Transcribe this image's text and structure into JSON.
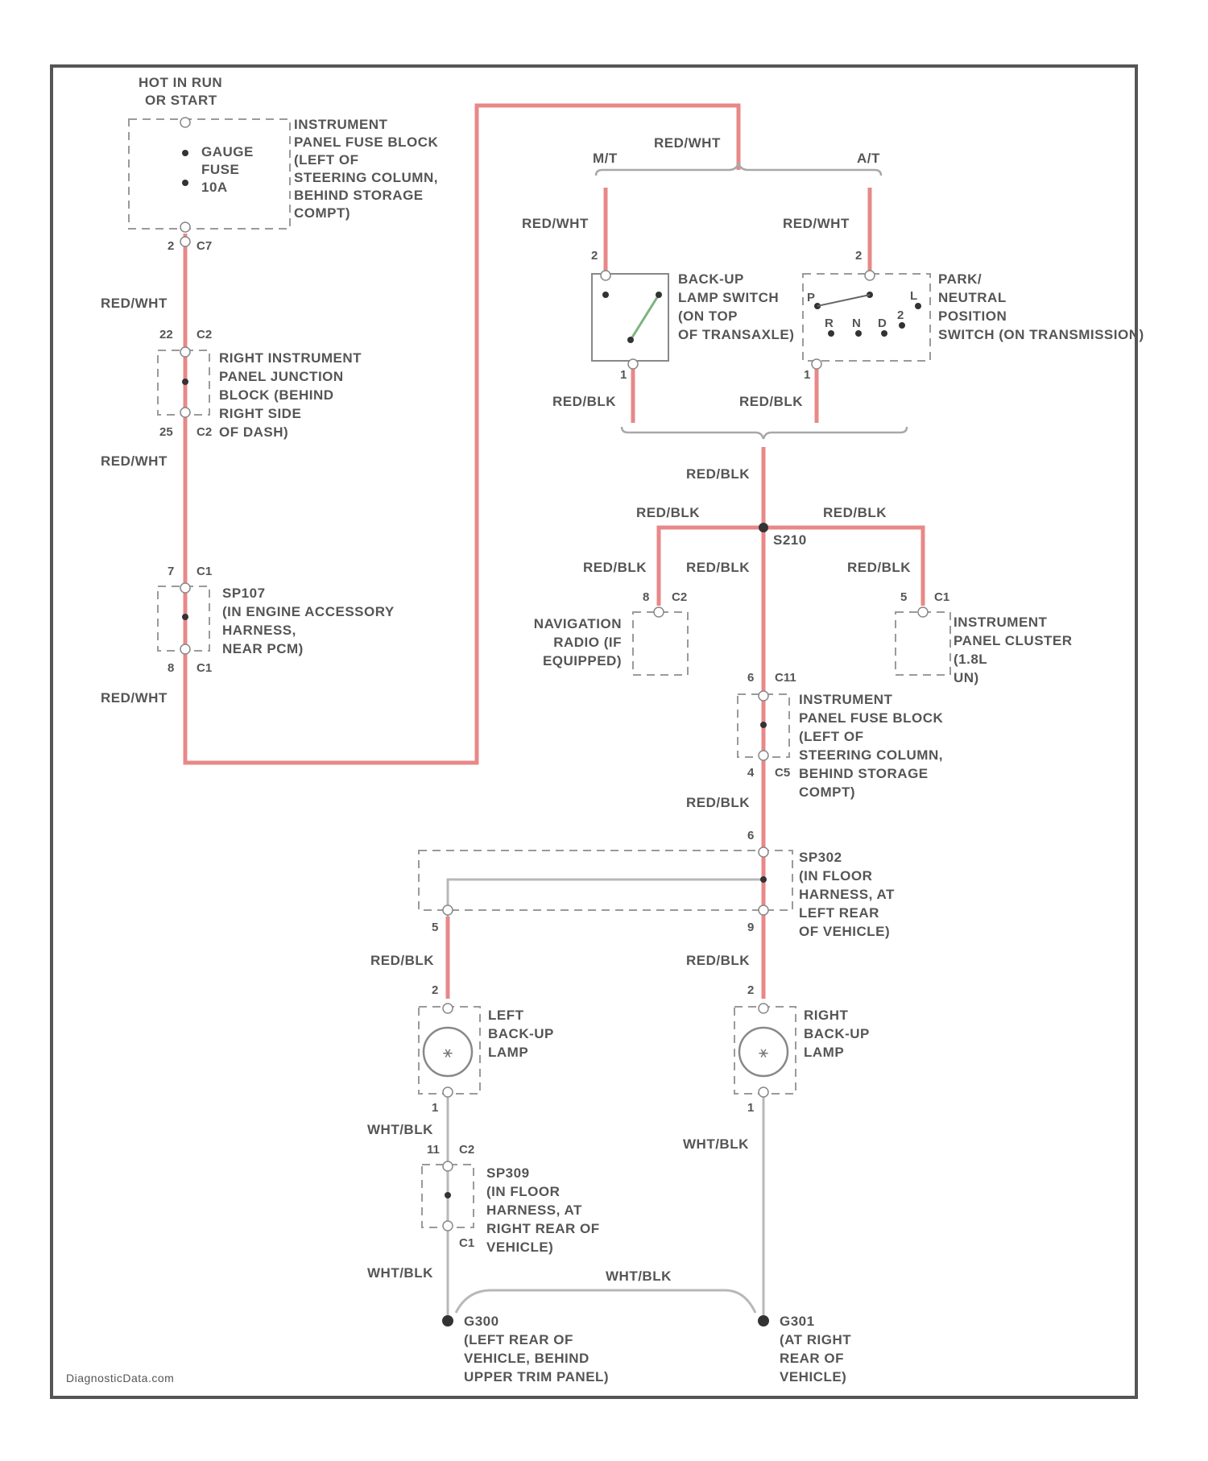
{
  "labels": {
    "hot_run": [
      "HOT IN RUN",
      "OR START"
    ],
    "gauge_fuse": [
      "GAUGE",
      "FUSE",
      "10A"
    ],
    "ipfb_top": [
      "INSTRUMENT",
      "PANEL FUSE BLOCK",
      "(LEFT OF",
      "STEERING COLUMN,",
      "BEHIND STORAGE",
      "COMPT)"
    ],
    "ripjb": [
      "RIGHT INSTRUMENT",
      "PANEL JUNCTION",
      "BLOCK (BEHIND",
      "RIGHT SIDE",
      "OF DASH)"
    ],
    "sp107": [
      "SP107",
      "(IN ENGINE ACCESSORY",
      "HARNESS,",
      "NEAR PCM)"
    ],
    "mt": "M/T",
    "at": "A/T",
    "backup_switch": [
      "BACK-UP",
      "LAMP SWITCH",
      "(ON TOP",
      "OF TRANSAXLE)"
    ],
    "pnp_switch": [
      "PARK/",
      "NEUTRAL",
      "POSITION",
      "SWITCH (ON TRANSMISSION)"
    ],
    "s210": "S210",
    "nav": [
      "NAVIGATION",
      "RADIO (IF",
      "EQUIPPED)"
    ],
    "ipc": [
      "INSTRUMENT",
      "PANEL CLUSTER",
      "(1.8L",
      "UN)"
    ],
    "ipfb_mid": [
      "INSTRUMENT",
      "PANEL FUSE BLOCK",
      "(LEFT OF",
      "STEERING COLUMN,",
      "BEHIND STORAGE",
      "COMPT)"
    ],
    "sp302": [
      "SP302",
      "(IN FLOOR",
      "HARNESS, AT",
      "LEFT REAR",
      "OF VEHICLE)"
    ],
    "left_lamp": [
      "LEFT",
      "BACK-UP",
      "LAMP"
    ],
    "right_lamp": [
      "RIGHT",
      "BACK-UP",
      "LAMP"
    ],
    "sp309": [
      "SP309",
      "(IN FLOOR",
      "HARNESS, AT",
      "RIGHT REAR OF",
      "VEHICLE)"
    ],
    "g300": [
      "G300",
      "(LEFT REAR OF",
      "VEHICLE, BEHIND",
      "UPPER TRIM PANEL)"
    ],
    "g301": [
      "G301",
      "(AT RIGHT",
      "REAR OF",
      "VEHICLE)"
    ],
    "footer": "DiagnosticData.com",
    "p_c1_top": "C1",
    "p_c7": "C7",
    "p_c2a": "C2",
    "p_c2b": "C2",
    "p_c1_sp107": "C1",
    "p_c11": "C11",
    "p_c2_nav": "C2",
    "p_c1_ipc": "C1",
    "p_c5": "C5",
    "p_c2_sp309": "C2",
    "p_c1": "C1",
    "n_2": "2",
    "n_22": "22",
    "n_25": "25",
    "n_7": "7",
    "n_8": "8",
    "n_8b": "8",
    "n_2a": "2",
    "n_2b": "2",
    "n_1a": "1",
    "n_1b": "1",
    "n_2c": "2",
    "n_2d": "2",
    "n_1c": "1",
    "n_1d": "1",
    "n_6": "6",
    "n_4": "4",
    "n_5": "5",
    "n_6b": "6",
    "n_5b": "5",
    "n_9": "9",
    "n_11": "11",
    "sw_p": "P",
    "sw_r": "R",
    "sw_n": "N",
    "sw_d": "D",
    "sw_2": "2",
    "sw_l": "L"
  },
  "wires": {
    "red_wht": "RED/WHT",
    "red_blk": "RED/BLK",
    "wht_blk": "WHT/BLK"
  },
  "colors": {
    "red_wire": "#e88888",
    "grey_wire": "#b8b8b8",
    "frame": "#555555"
  }
}
